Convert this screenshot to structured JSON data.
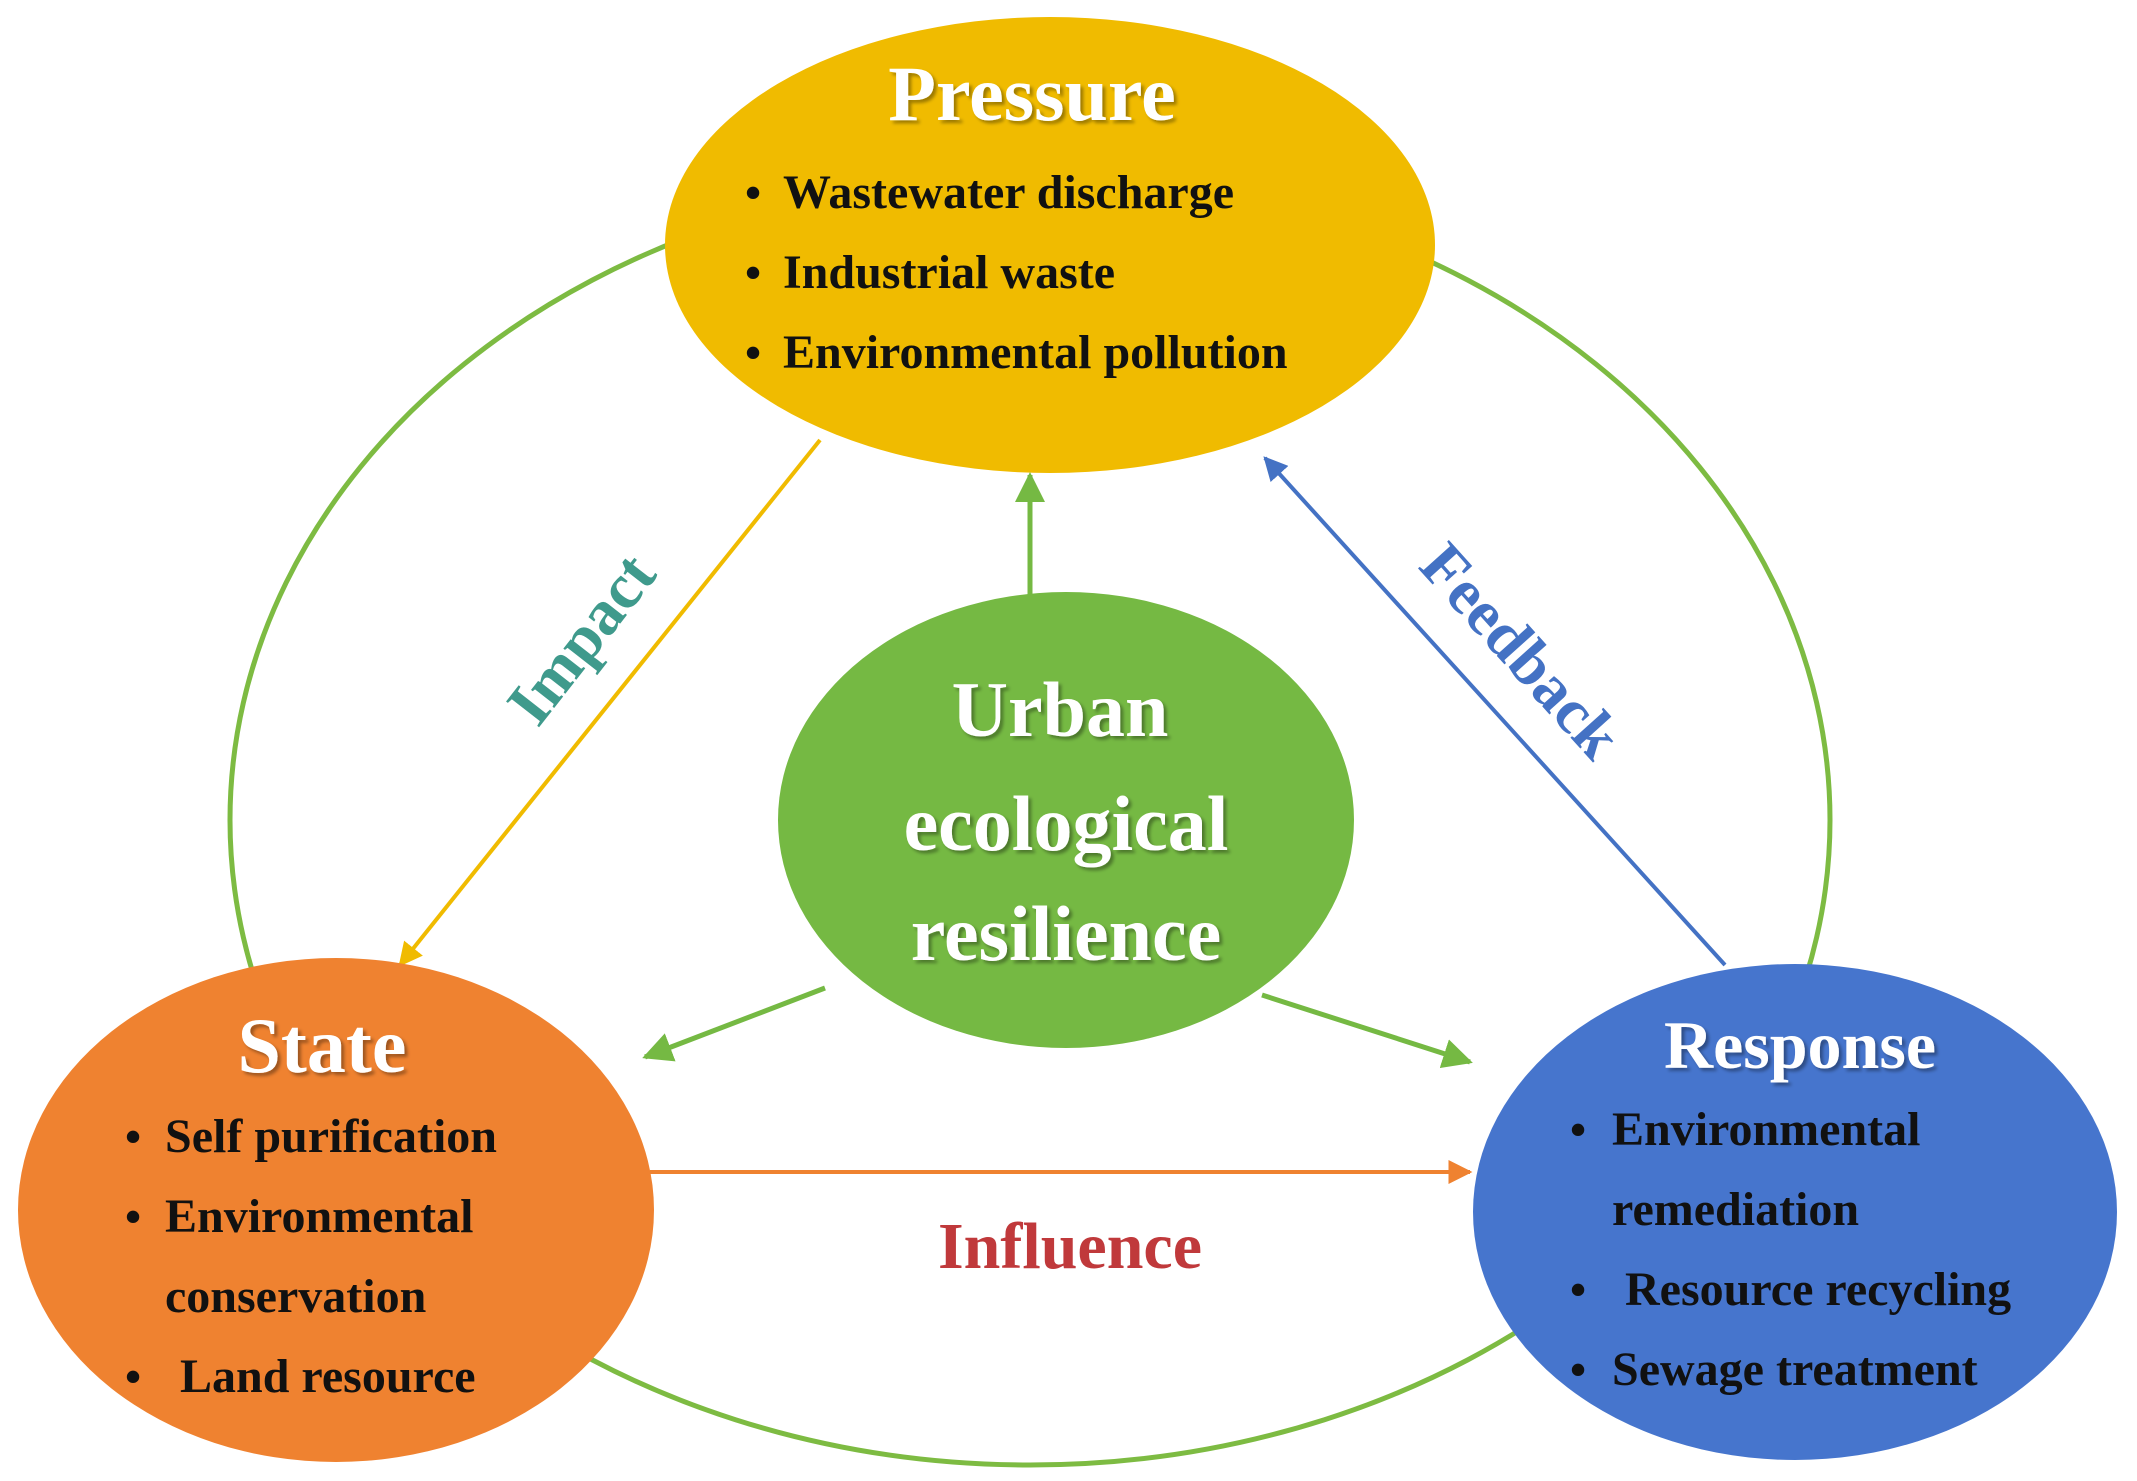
{
  "colors": {
    "cycle": "#7dbb42",
    "pressure": "#f0bb00",
    "state": "#ef8230",
    "response": "#4675cd",
    "center": "#75b943",
    "impact_arrow": "#f0bb00",
    "impact_text": "#3f9a8c",
    "feedback": "#4472c4",
    "influence_arrow": "#ef8230",
    "influence_text": "#c0393b",
    "center_arrow": "#75b943"
  },
  "center": {
    "lines": [
      "Urban",
      "ecological",
      "resilience"
    ]
  },
  "pressure": {
    "title": "Pressure",
    "items": [
      "Wastewater discharge",
      "Industrial waste",
      "Environmental pollution"
    ]
  },
  "state": {
    "title": "State",
    "items": [
      "Self purification",
      "Environmental",
      "conservation",
      "Land resource"
    ]
  },
  "response": {
    "title": "Response",
    "items": [
      "Environmental",
      "remediation",
      "Resource recycling",
      "Sewage treatment"
    ]
  },
  "edges": {
    "impact": "Impact",
    "feedback": "Feedback",
    "influence": "Influence"
  }
}
